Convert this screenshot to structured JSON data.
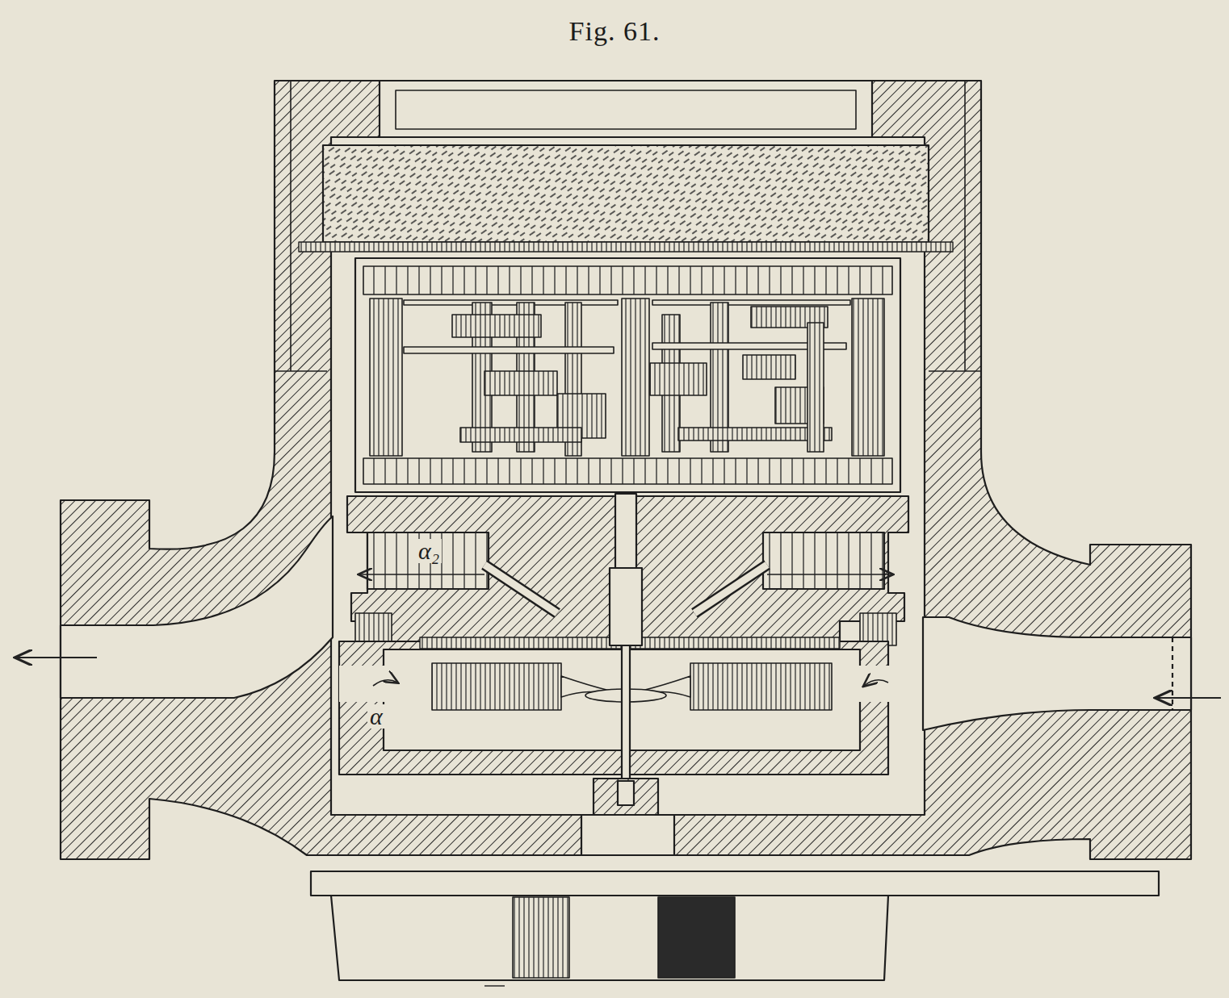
{
  "diagram": {
    "title": "Fig. 61.",
    "labels": [
      "α₂",
      "α"
    ]
  }
}
